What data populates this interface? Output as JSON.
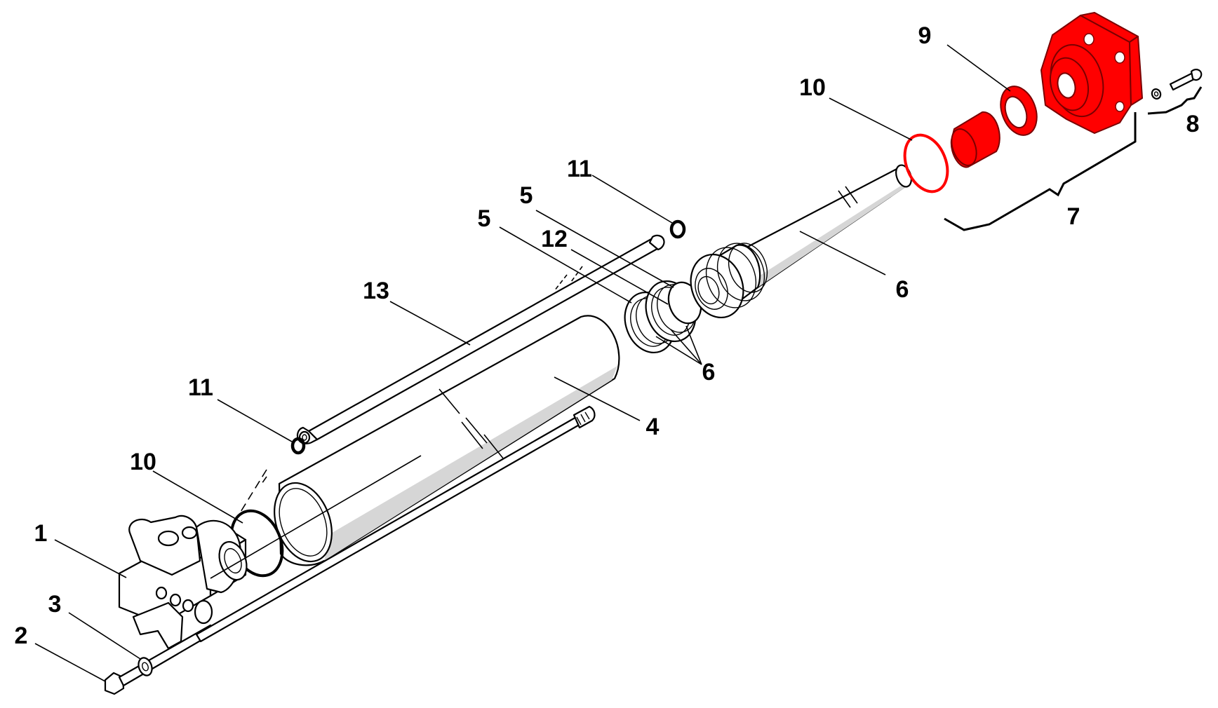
{
  "diagram": {
    "callouts": [
      {
        "id": "c1",
        "text": "1"
      },
      {
        "id": "c2",
        "text": "2"
      },
      {
        "id": "c3",
        "text": "3"
      },
      {
        "id": "c4",
        "text": "4"
      },
      {
        "id": "c5a",
        "text": "5"
      },
      {
        "id": "c5b",
        "text": "5"
      },
      {
        "id": "c6a",
        "text": "6"
      },
      {
        "id": "c6b",
        "text": "6"
      },
      {
        "id": "c7",
        "text": "7"
      },
      {
        "id": "c8",
        "text": "8"
      },
      {
        "id": "c9",
        "text": "9"
      },
      {
        "id": "c10a",
        "text": "10"
      },
      {
        "id": "c10b",
        "text": "10"
      },
      {
        "id": "c11a",
        "text": "11"
      },
      {
        "id": "c11b",
        "text": "11"
      },
      {
        "id": "c12",
        "text": "12"
      },
      {
        "id": "c13",
        "text": "13"
      }
    ],
    "highlight_color": "#ff0000",
    "line_color": "#000000",
    "shade_color": "#d6d6d6"
  }
}
